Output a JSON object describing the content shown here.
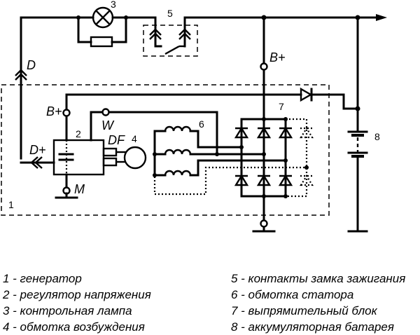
{
  "diagram": {
    "title": "Generator connection circuit",
    "component_numbers": {
      "generator": "1",
      "regulator": "2",
      "lamp": "3",
      "field_winding": "4",
      "ignition_contacts": "5",
      "stator_winding": "6",
      "rectifier": "7",
      "battery": "8"
    },
    "terminal_labels": {
      "D": "D",
      "B_plus_top": "B+",
      "B_plus_regulator": "B+",
      "W": "W",
      "DF": "DF",
      "D_plus": "D+",
      "M": "M"
    }
  },
  "legend": {
    "left": [
      "1 - генератор",
      "2 - регулятор напряжения",
      "3 - контрольная лампа",
      "4 - обмотка возбуждения"
    ],
    "right": [
      "5 - контакты замка зажигания",
      "6 - обмотка статора",
      "7 - выпрямительный блок",
      "8 - аккумуляторная батарея"
    ]
  }
}
